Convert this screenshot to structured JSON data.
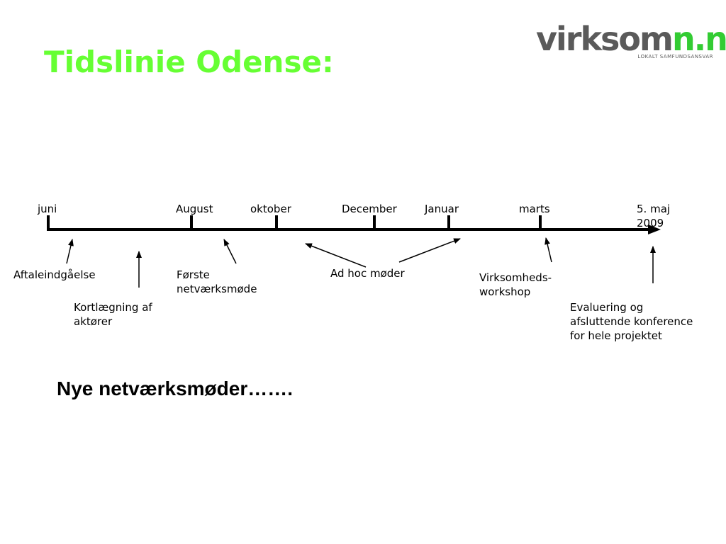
{
  "slide": {
    "title": "Tidslinie Odense:",
    "title_color": "#66ff33",
    "subheading": "Nye netværksmøder……."
  },
  "logo": {
    "part1": "virksom",
    "part2": "n.nu",
    "tagline": "LOKALT SAMFUNDSANSVAR",
    "color_gray": "#5a5a5a",
    "color_green": "#33cc33"
  },
  "timeline": {
    "months": [
      {
        "label": "juni"
      },
      {
        "label": "August"
      },
      {
        "label": "oktober"
      },
      {
        "label": "December"
      },
      {
        "label": "Januar"
      },
      {
        "label": "marts"
      },
      {
        "label": "5. maj\n2009"
      }
    ],
    "events": [
      {
        "label": "Aftaleindgåelse"
      },
      {
        "label": "Kortlægning af\naktører"
      },
      {
        "label": "Første\nnetværksmøde"
      },
      {
        "label": "Ad hoc møder"
      },
      {
        "label": "Virksomheds-\nworkshop"
      },
      {
        "label": "Evaluering og\nafsluttende konference\nfor hele projektet"
      }
    ]
  }
}
